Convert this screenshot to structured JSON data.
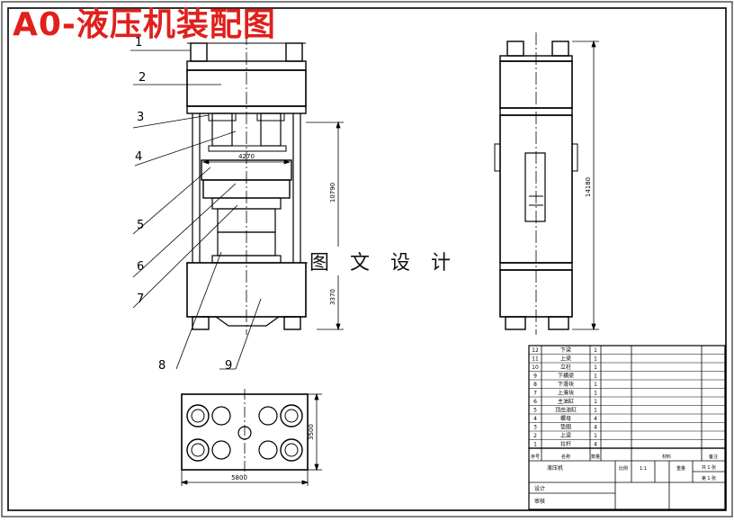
{
  "title": "A0-液压机装配图",
  "watermark": "图 文 设 计",
  "callouts": [
    "1",
    "2",
    "3",
    "4",
    "5",
    "6",
    "7",
    "8",
    "9"
  ],
  "dimensions": {
    "inner_width": "4270",
    "front_height": "10790",
    "lower_height": "3370",
    "side_height": "14180",
    "base_depth": "3500",
    "base_width": "5800"
  },
  "bom": [
    {
      "no": "12",
      "name": "下梁",
      "qty": "1"
    },
    {
      "no": "11",
      "name": "上梁",
      "qty": "1"
    },
    {
      "no": "10",
      "name": "立柱",
      "qty": "1"
    },
    {
      "no": "9",
      "name": "下横梁",
      "qty": "1"
    },
    {
      "no": "8",
      "name": "下滑块",
      "qty": "1"
    },
    {
      "no": "7",
      "name": "上滑块",
      "qty": "1"
    },
    {
      "no": "6",
      "name": "主油缸",
      "qty": "1"
    },
    {
      "no": "5",
      "name": "顶出油缸",
      "qty": "1"
    },
    {
      "no": "4",
      "name": "螺母",
      "qty": "4"
    },
    {
      "no": "3",
      "name": "垫圈",
      "qty": "4"
    },
    {
      "no": "2",
      "name": "上梁",
      "qty": "1"
    },
    {
      "no": "1",
      "name": "拉杆",
      "qty": "4"
    }
  ],
  "title_block": {
    "seq": "序号",
    "name_hdr": "名称",
    "qty_hdr": "数量",
    "material_hdr": "材料",
    "remark_hdr": "备注",
    "drawing_name": "液压机",
    "scale_label": "比例",
    "scale": "1:1",
    "weight_label": "重量",
    "sheet_total": "共 1 张",
    "sheet_no": "第 1 张",
    "designer": "设计",
    "checker": "审核"
  },
  "colors": {
    "title": "#e0201c",
    "line": "#000000"
  }
}
